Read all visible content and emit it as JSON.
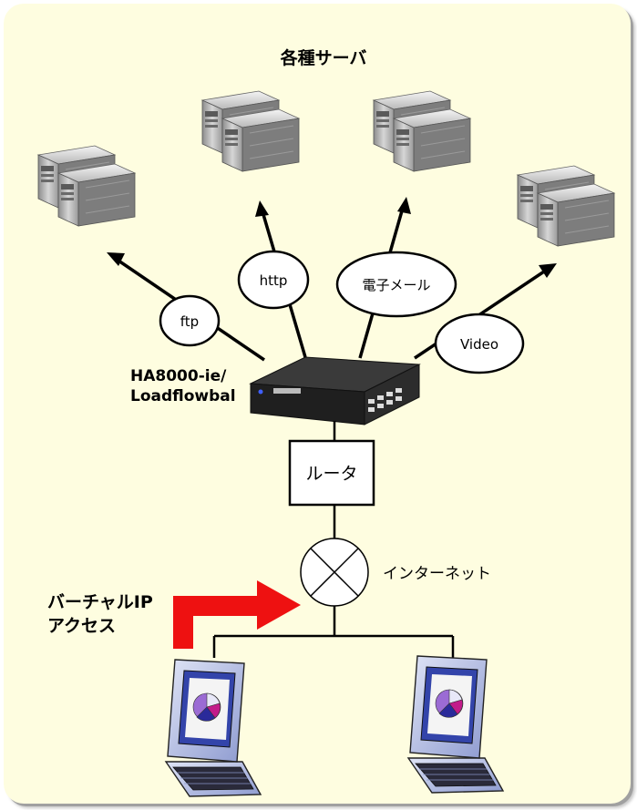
{
  "title": "各種サーバ",
  "protocols": {
    "ftp": "ftp",
    "http": "http",
    "mail": "電子メール",
    "video": "Video"
  },
  "device": {
    "label_line1": "HA8000-ie/",
    "label_line2": "Loadflowbal"
  },
  "router": "ルータ",
  "internet": "インターネット",
  "access": {
    "line1": "バーチャルIP",
    "line2": "アクセス"
  },
  "colors": {
    "background": "#fefde0",
    "arrow_red": "#ee1111",
    "screen_blue": "#3344aa",
    "laptop_body": "#bcc6e8"
  }
}
